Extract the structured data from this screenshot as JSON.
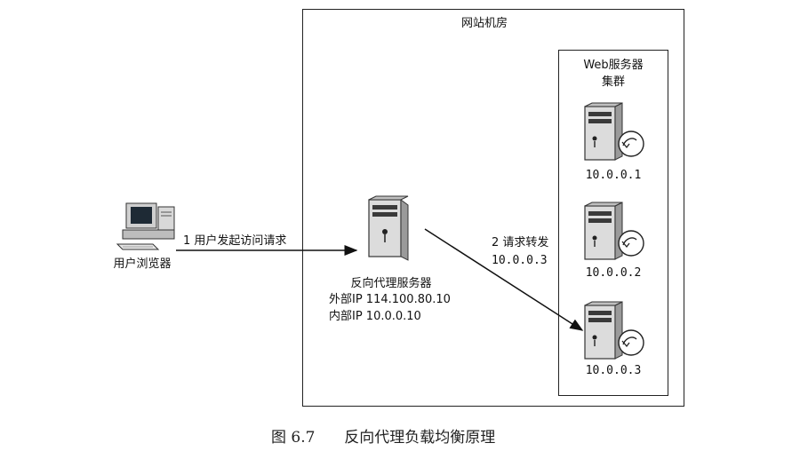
{
  "datacenter": {
    "title": "网站机房"
  },
  "web_cluster": {
    "title_line1": "Web服务器",
    "title_line2": "集群",
    "servers": [
      {
        "ip": "10.0.0.1"
      },
      {
        "ip": "10.0.0.2"
      },
      {
        "ip": "10.0.0.3"
      }
    ]
  },
  "client": {
    "label": "用户浏览器"
  },
  "proxy": {
    "name": "反向代理服务器",
    "external_ip": "外部IP 114.100.80.10",
    "internal_ip": "内部IP 10.0.0.10"
  },
  "arrows": {
    "step1": "1 用户发起访问请求",
    "step2_line1": "2 请求转发",
    "step2_line2": "10.0.0.3"
  },
  "caption": {
    "figure_no": "图 6.7",
    "title": "反向代理负载均衡原理"
  }
}
